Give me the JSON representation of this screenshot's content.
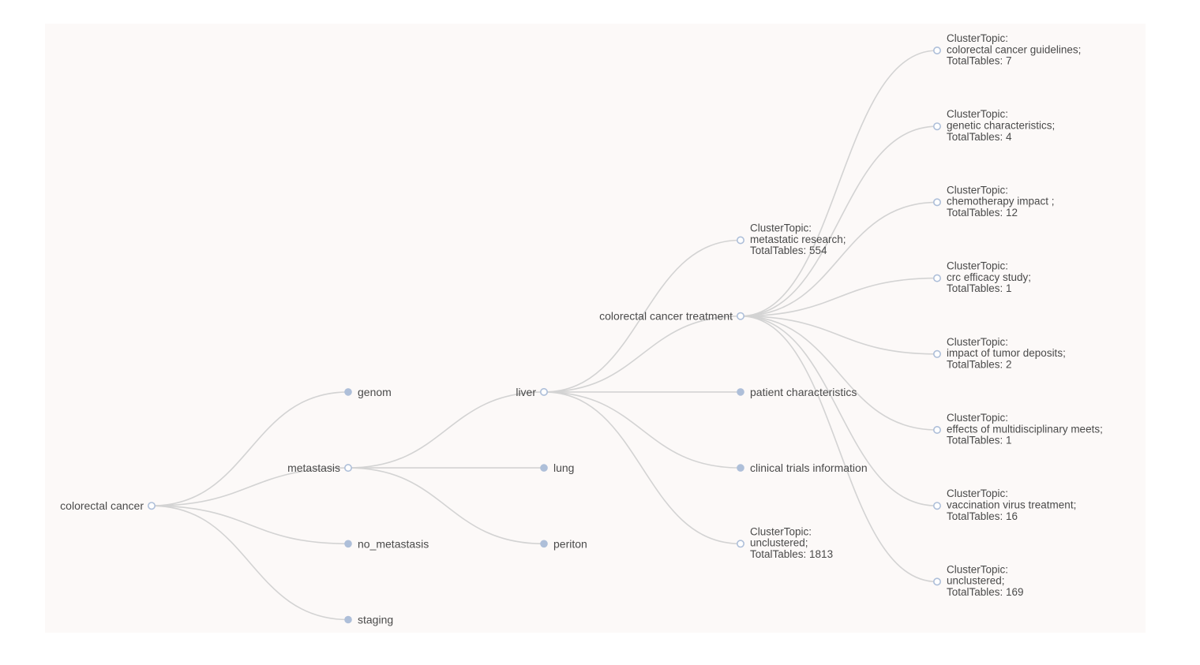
{
  "tree": {
    "label": "colorectal cancer",
    "state": "expanded",
    "children": [
      {
        "label": "genom",
        "state": "collapsed"
      },
      {
        "label": "metastasis",
        "state": "expanded",
        "children": [
          {
            "label": "liver",
            "state": "expanded",
            "children": [
              {
                "lines": [
                  "ClusterTopic:",
                  "metastatic research;",
                  "TotalTables: 554"
                ],
                "state": "expanded"
              },
              {
                "label": "colorectal cancer treatment",
                "state": "expanded",
                "children": [
                  {
                    "lines": [
                      "ClusterTopic:",
                      "colorectal cancer guidelines;",
                      "TotalTables: 7"
                    ],
                    "state": "expanded"
                  },
                  {
                    "lines": [
                      "ClusterTopic:",
                      "genetic characteristics;",
                      "TotalTables: 4"
                    ],
                    "state": "expanded"
                  },
                  {
                    "lines": [
                      "ClusterTopic:",
                      "chemotherapy impact ;",
                      "TotalTables: 12"
                    ],
                    "state": "expanded"
                  },
                  {
                    "lines": [
                      "ClusterTopic:",
                      "crc efficacy study;",
                      "TotalTables: 1"
                    ],
                    "state": "expanded"
                  },
                  {
                    "lines": [
                      "ClusterTopic:",
                      "impact of tumor deposits;",
                      "TotalTables: 2"
                    ],
                    "state": "expanded"
                  },
                  {
                    "lines": [
                      "ClusterTopic:",
                      "effects of multidisciplinary meets;",
                      "TotalTables: 1"
                    ],
                    "state": "expanded"
                  },
                  {
                    "lines": [
                      "ClusterTopic:",
                      "vaccination virus treatment;",
                      "TotalTables: 16"
                    ],
                    "state": "expanded"
                  },
                  {
                    "lines": [
                      "ClusterTopic:",
                      "unclustered;",
                      "TotalTables: 169"
                    ],
                    "state": "expanded"
                  }
                ]
              },
              {
                "label": "patient characteristics",
                "state": "collapsed"
              },
              {
                "label": "clinical trials information",
                "state": "collapsed"
              },
              {
                "lines": [
                  "ClusterTopic:",
                  "unclustered;",
                  "TotalTables: 1813"
                ],
                "state": "expanded"
              }
            ]
          },
          {
            "label": "lung",
            "state": "collapsed"
          },
          {
            "label": "periton",
            "state": "collapsed"
          }
        ]
      },
      {
        "label": "no_metastasis",
        "state": "collapsed"
      },
      {
        "label": "staging",
        "state": "collapsed"
      }
    ]
  },
  "colors": {
    "link": "#d3d3d3",
    "node_collapsed_fill": "#aebfd9",
    "node_expanded_stroke": "#aebfd9",
    "text": "#4a4a4a",
    "background": "#fcf9f8"
  }
}
